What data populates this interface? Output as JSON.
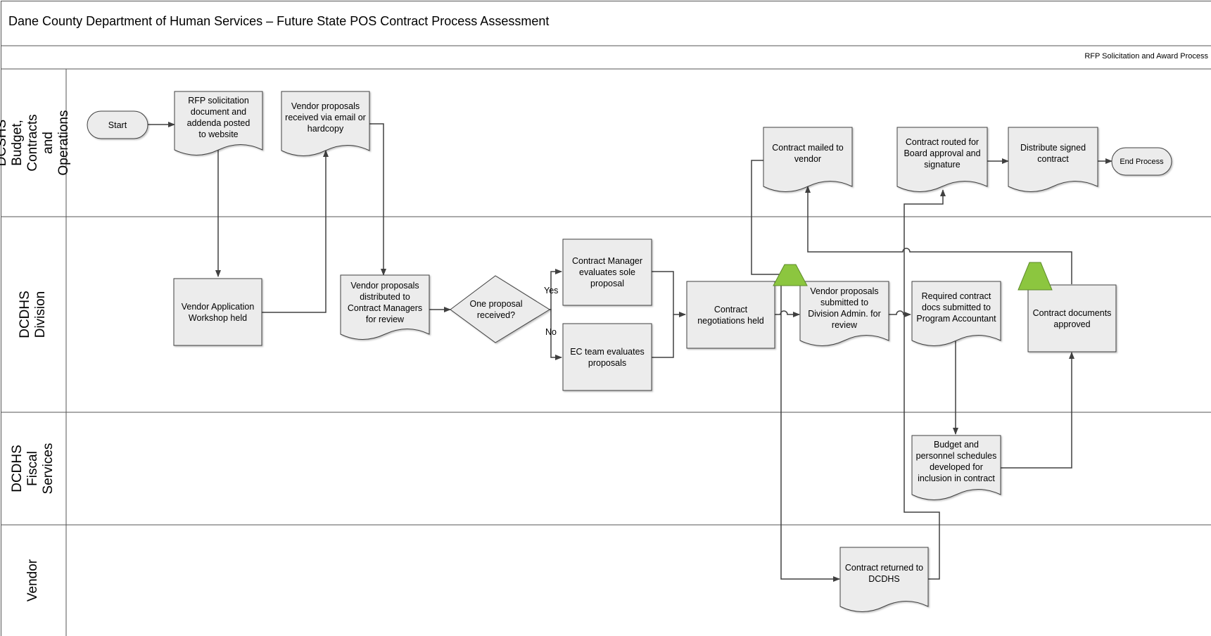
{
  "header": {
    "title": "Dane County Department of Human Services – Future State POS Contract Process Assessment",
    "subtitle": "RFP Solicitation and Award Process"
  },
  "lanes": [
    {
      "id": "budget",
      "label": "DCSHS Budget,\nContracts and\nOperations"
    },
    {
      "id": "division",
      "label": "DCDHS Division"
    },
    {
      "id": "fiscal",
      "label": "DCDHS Fiscal\nServices"
    },
    {
      "id": "vendor",
      "label": "Vendor"
    }
  ],
  "nodes": {
    "start": "Start",
    "rfp_posted": "RFP solicitation\ndocument and\naddenda posted\nto website",
    "vendor_proposals_received": "Vendor proposals\nreceived via email or\nhardcopy",
    "contract_mailed": "Contract mailed to\nvendor",
    "contract_routed": "Contract routed  for\nBoard approval and\nsignature",
    "distribute_signed": "Distribute signed\ncontract",
    "end_process": "End Process",
    "workshop": "Vendor Application\nWorkshop held",
    "proposals_distributed": "Vendor proposals\ndistributed to\nContract Managers\nfor review",
    "decision": "One proposal\nreceived?",
    "cm_evaluates": "Contract Manager\nevaluates sole\nproposal",
    "ec_evaluates": "EC team evaluates\nproposals",
    "negotiations": "Contract\nnegotiations held",
    "submitted_division": "Vendor proposals\nsubmitted to\nDivision Admin. for\nreview",
    "required_docs": "Required contract\ndocs submitted to\nProgram Accountant",
    "docs_approved": "Contract documents\napproved",
    "budget_schedules": "Budget and\npersonnel schedules\ndeveloped for\ninclusion in contract",
    "contract_returned": "Contract returned to\nDCDHS"
  },
  "edge_labels": {
    "yes": "Yes",
    "no": "No"
  },
  "colors": {
    "shape_fill": "#ececec",
    "stroke": "#404040",
    "milestone": "#8cc63f",
    "lane_border": "#555555"
  }
}
